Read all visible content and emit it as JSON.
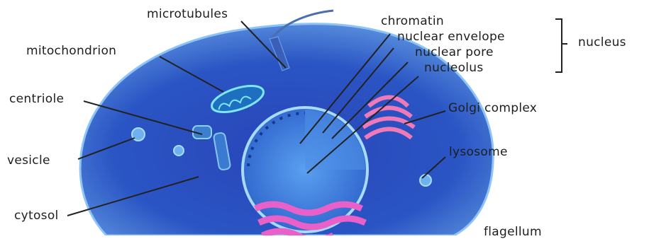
{
  "labels": {
    "microtubules": "microtubules",
    "mitochondrion": "mitochondrion",
    "centriole": "centriole",
    "vesicle": "vesicle",
    "cytosol": "cytosol",
    "chromatin": "chromatin",
    "nuclear_envelope": "nuclear envelope",
    "nuclear_pore": "nuclear pore",
    "nucleolus": "nucleolus",
    "nucleus": "nucleus",
    "golgi_complex": "Golgi complex",
    "lysosome": "lysosome",
    "flagellum": "flagellum"
  },
  "colors": {
    "cell_outer": "#4f86d8",
    "cell_inner": "#1f3fa8",
    "organelle_cyan": "#7ee7f5",
    "golgi": "#f07ab8",
    "er": "#e860c8",
    "label_text": "#1e1e1e"
  }
}
